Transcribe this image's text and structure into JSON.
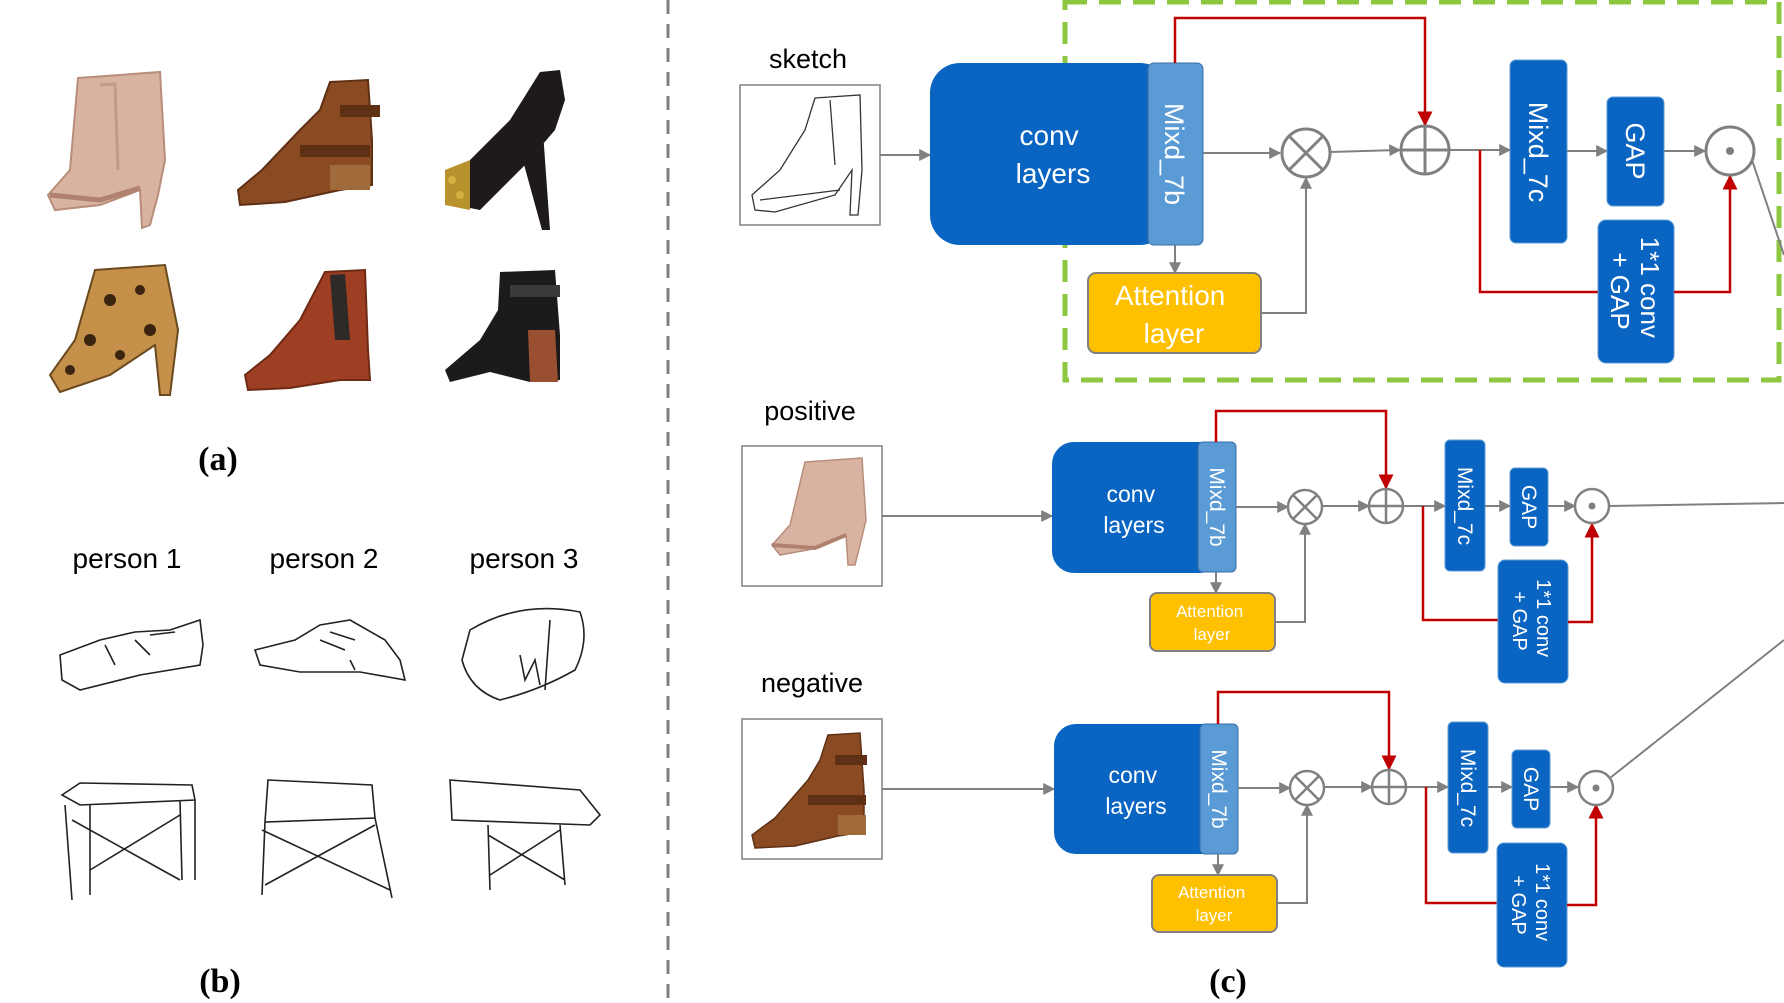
{
  "panel_a": {
    "caption": "(a)",
    "shoe_photos": [
      {
        "description": "pink suede platform ankle boot",
        "color": "#d9b3a2"
      },
      {
        "description": "brown leather buckle ankle boot",
        "color": "#8a4a22"
      },
      {
        "description": "black suede studded pump",
        "color": "#1e1a1a"
      },
      {
        "description": "leopard print heeled bootie",
        "color": "#c4904a"
      },
      {
        "description": "brown chelsea boot",
        "color": "#9e3e22"
      },
      {
        "description": "black suede buckle boot",
        "color": "#1c1a1a"
      }
    ]
  },
  "panel_b": {
    "caption": "(b)",
    "columns": [
      "person 1",
      "person 2",
      "person 3"
    ],
    "sketch_rows": [
      "shoe",
      "table"
    ]
  },
  "panel_c": {
    "caption": "(c)",
    "branches": [
      {
        "label": "sketch",
        "conv_label": "conv\nlayers",
        "mixd7b": "Mixd_7b",
        "attention_label": "Attention\nlayer",
        "mixd7c": "Mixd_7c",
        "gap": "GAP",
        "conv1x1": "1*1 conv\n+ GAP"
      },
      {
        "label": "positive",
        "conv_label": "conv\nlayers",
        "mixd7b": "Mixd_7b",
        "attention_label": "Attention\nlayer",
        "mixd7c": "Mixd_7c",
        "gap": "GAP",
        "conv1x1": "1*1 conv\n+ GAP"
      },
      {
        "label": "negative",
        "conv_label": "conv\nlayers",
        "mixd7b": "Mixd_7b",
        "attention_label": "Attention\nlayer",
        "mixd7c": "Mixd_7c",
        "gap": "GAP",
        "conv1x1": "1*1 conv\n+ GAP"
      }
    ],
    "symbols": {
      "multiply": "⊗",
      "add": "⊕",
      "concat": "⊙"
    }
  },
  "colors": {
    "conv_block": "#0a64c2",
    "mixd_block": "#5b9bd5",
    "attention_block": "#ffc000",
    "skip_arrow": "#c00000",
    "arrow": "#808080",
    "dashed_box": "#8dc63f",
    "divider": "#808080"
  }
}
